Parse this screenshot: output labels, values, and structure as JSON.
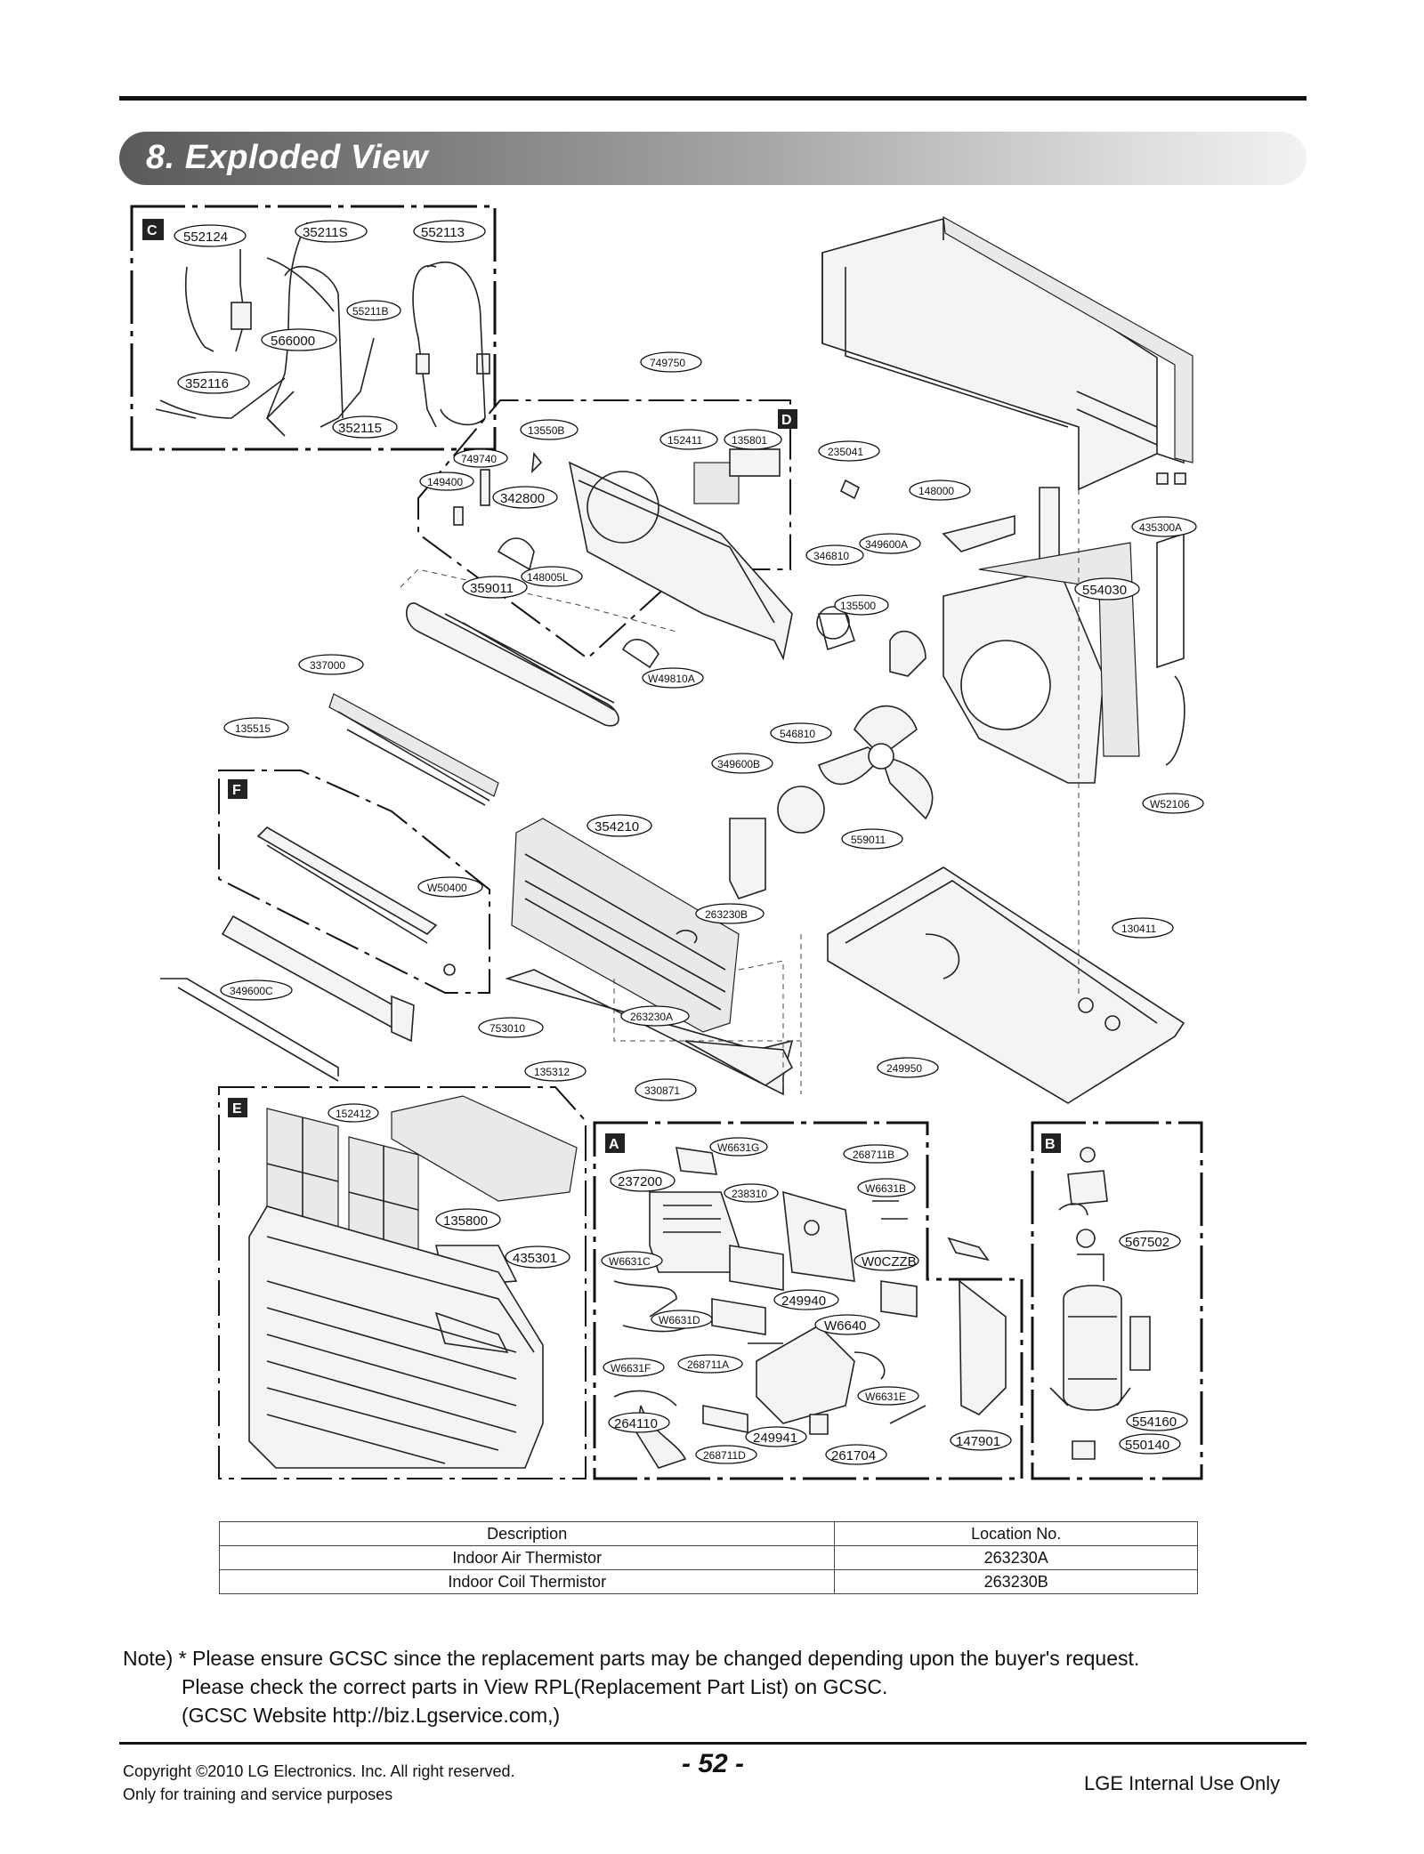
{
  "header": {
    "title": "8. Exploded View"
  },
  "sections": [
    "C",
    "D",
    "F",
    "E",
    "A",
    "B"
  ],
  "callouts": {
    "c1": "552124",
    "c2": "35211S",
    "c3": "552113",
    "c4": "55211B",
    "c5": "566000",
    "c6": "352116",
    "c7": "352115",
    "d1": "749750",
    "d2": "13550B",
    "d3": "749740",
    "d4": "149400",
    "d5": "342800",
    "d6": "152411",
    "d7": "135801",
    "d8": "148005L",
    "d9": "359011",
    "d10": "W49810A",
    "r1": "235041",
    "r2": "148000",
    "r3": "435300A",
    "r4": "346810",
    "r5": "349600A",
    "r6": "135500",
    "r7": "554030",
    "r8": "546810",
    "r9": "349600B",
    "r10": "559011",
    "r11": "W52106",
    "r12": "130411",
    "f1": "337000",
    "f2": "135515",
    "f3": "W50400",
    "f4": "349600C",
    "f5": "753010",
    "m1": "354210",
    "m2": "263230B",
    "m3": "263230A",
    "m4": "135312",
    "m5": "330871",
    "m6": "249950",
    "e1": "152412",
    "e2": "135800",
    "e3": "435301",
    "a1": "W6631G",
    "a2": "268711B",
    "a3": "237200",
    "a4": "238310",
    "a5": "W6631B",
    "a6": "W6631C",
    "a7": "W0CZZB",
    "a8": "249940",
    "a9": "W6631D",
    "a10": "W6640",
    "a11": "W6631F",
    "a12": "268711A",
    "a13": "W6631E",
    "a14": "264110",
    "a15": "249941",
    "a16": "268711D",
    "a17": "261704",
    "a18": "147901",
    "b1": "567502",
    "b2": "554160",
    "b3": "550140"
  },
  "table": {
    "headers": [
      "Description",
      "Location No."
    ],
    "rows": [
      [
        "Indoor Air Thermistor",
        "263230A"
      ],
      [
        "Indoor Coil Thermistor",
        "263230B"
      ]
    ]
  },
  "note": {
    "line1": "Note) * Please ensure GCSC since the replacement parts may be changed depending upon the buyer's request.",
    "line2": "Please check  the correct parts in View RPL(Replacement Part List) on GCSC.",
    "line3": "(GCSC Website  http://biz.Lgservice.com,)"
  },
  "footer": {
    "copyright": "Copyright ©2010 LG Electronics. Inc. All right reserved.",
    "purpose": "Only for training and service purposes",
    "page": "- 52 -",
    "internal": "LGE Internal Use Only"
  }
}
